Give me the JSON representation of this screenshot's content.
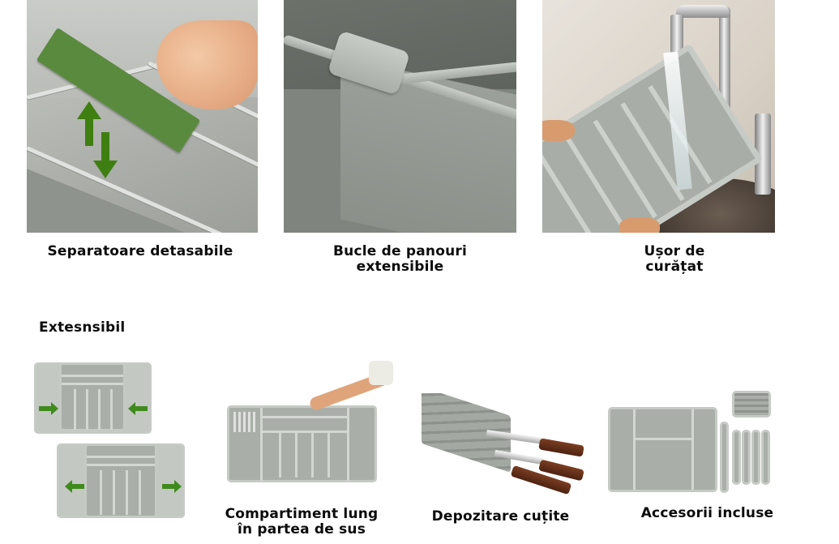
{
  "features_top": [
    {
      "id": "removable-dividers",
      "caption": "Separatoare detasabile",
      "image": "green-divider-being-lifted-from-organizer"
    },
    {
      "id": "extensible-panel-loops",
      "caption_line1": "Bucle de panouri",
      "caption_line2": "extensibile",
      "image": "closeup-clip-on-tray-rail"
    },
    {
      "id": "easy-to-clean",
      "caption_line1": "Ușor de",
      "caption_line2": "curățat",
      "image": "tray-rinsed-under-faucet"
    }
  ],
  "section_title": "Extesnsibil",
  "features_bottom": [
    {
      "id": "extensible",
      "caption": "",
      "image": "tray-collapsed-and-expanded-with-green-arrows"
    },
    {
      "id": "long-top-compartment",
      "caption_line1": "Compartiment lung",
      "caption_line2": "în partea de sus",
      "image": "hand-pointing-to-top-compartment"
    },
    {
      "id": "knife-storage",
      "caption": "Depozitare cuțite",
      "image": "knife-block-with-three-knives"
    },
    {
      "id": "included-accessories",
      "caption": "Accesorii incluse",
      "image": "tray-with-dividers-and-knife-insert"
    }
  ],
  "colors": {
    "organizer_gray": "#a9aea8",
    "organizer_light": "#c6cac5",
    "divider_green": "#5a8a3e",
    "arrow_green": "#3f8a1d",
    "caption_text": "#0b0b0b",
    "background": "#ffffff"
  }
}
